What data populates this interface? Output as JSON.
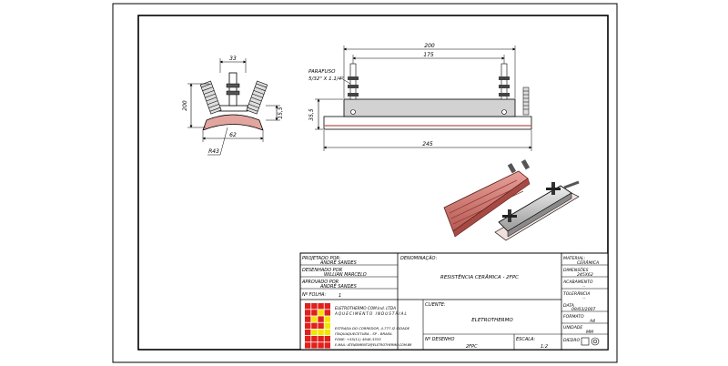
{
  "views": {
    "side": {
      "dim_top": "33",
      "dim_height": "200",
      "dim_small": "15,5",
      "dim_base": "62",
      "dim_radius": "R43"
    },
    "front": {
      "screw_label_1": "PARAFUSO",
      "screw_label_2": "5/32\" X 1.1/4\"",
      "dim_overall": "200",
      "dim_holes": "175",
      "dim_height": "35,5",
      "dim_length": "245"
    }
  },
  "title_block": {
    "projected_by_label": "PROJETADO POR:",
    "projected_by": "ANDRÉ SANDES",
    "drawn_by_label": "DESENHADO POR",
    "drawn_by": "WILLIAN MARCELO",
    "approved_by_label": "APROVADO POR",
    "approved_by": "ANDRÉ SANDES",
    "sheet_no_label": "Nº FOLHA:",
    "sheet_no": "1",
    "designation_label": "DENOMINAÇÃO:",
    "designation": "RESISTÊNCIA CERÂMICA - 2FPC",
    "client_label": "CLIENTE:",
    "client": "ELETROTHERMO",
    "drawing_no_label": "Nº DESENHO",
    "drawing_no": "2FPC",
    "scale_label": "ESCALA:",
    "scale": "1:2",
    "material_label": "MATERIAL:",
    "material": "CERÂMICA",
    "dimensions_label": "DIMENSÕES",
    "dimensions": "245X62",
    "finish_label": "ACABAMENTO",
    "finish": "--",
    "tolerance_label": "TOLERÂNCIA",
    "tolerance": "--",
    "date_label": "DATA",
    "date": "09/03/2007",
    "format_label": "FORMATO",
    "format": "A4",
    "unit_label": "UNIDADE",
    "unit": "MM",
    "projection_label": "DIEDRO",
    "company_1": "ELETROTHERMO COM.Ind. LTDA",
    "company_2": "AQUECIMENTO INDUSTRIAL",
    "address_1": "ESTRADA DO CORREDOR, 4.777-I2 CIDADE",
    "address_2": "ITAQUAQUECETUBA - SP - BRASIL",
    "phone": "FONE: +55(11) 4646-3333",
    "email": "E-MAIL: ATENDIMENTO@ELETROTHERMO.COM.BR"
  },
  "colors": {
    "ceramic": "#c2706c",
    "ceramic_dark": "#8a3a34",
    "metal": "#c8c8c8",
    "logo_red": "#e0201c",
    "logo_yellow": "#f5e400"
  }
}
